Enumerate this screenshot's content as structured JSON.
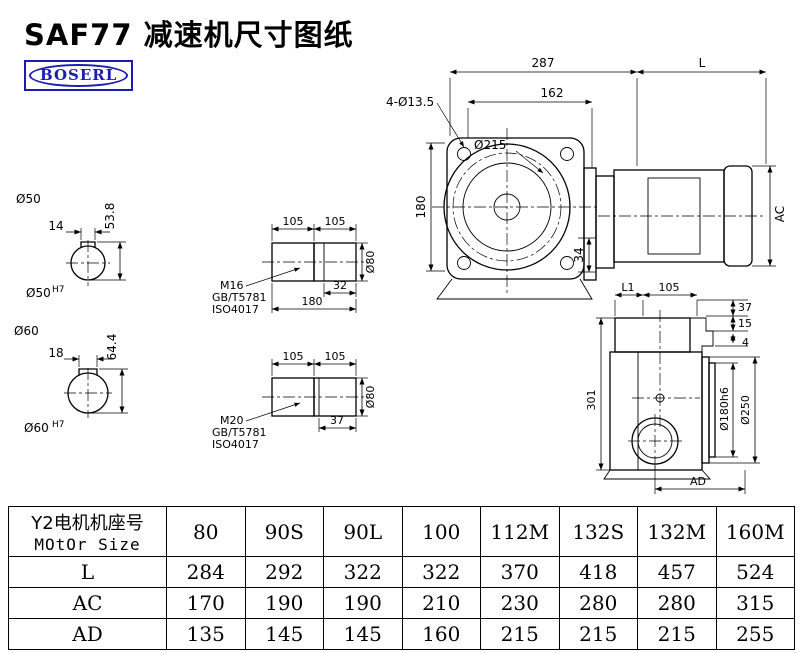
{
  "page": {
    "title": "SAF77 减速机尺寸图纸",
    "logo": "BOSERL"
  },
  "front_view": {
    "dim_width": "287",
    "dim_motor_length": "L",
    "bolt_holes": "4-Ø13.5",
    "dim_162": "162",
    "flange_dia": "Ø215",
    "dim_180": "180",
    "dim_34": "34",
    "dim_ac": "AC"
  },
  "bore_top": {
    "label": "Ø50",
    "key_width": "14",
    "key_height": "53.8",
    "fit": "Ø50",
    "fit_tol": "H7"
  },
  "bore_bottom": {
    "label": "Ø60",
    "key_width": "18",
    "key_height": "64.4",
    "fit": "Ø60",
    "fit_tol": "H7"
  },
  "shaft_top": {
    "seg1": "105",
    "seg2": "105",
    "thread": "M16",
    "std1": "GB/T5781",
    "std2": "ISO4017",
    "thread_len": "32",
    "length": "180",
    "dia": "Ø80"
  },
  "shaft_bottom": {
    "seg1": "105",
    "seg2": "105",
    "thread": "M20",
    "std1": "GB/T5781",
    "std2": "ISO4017",
    "thread_len": "37",
    "dia": "Ø80"
  },
  "side_view": {
    "dim_l1": "L1",
    "dim_105": "105",
    "dim_37": "37",
    "dim_15": "15",
    "dim_4": "4",
    "dim_301": "301",
    "spigot_dia": "Ø180h6",
    "flange_dia": "Ø250",
    "dim_ad": "AD"
  },
  "table": {
    "header_cn": "Y2电机机座号",
    "header_en": "MOtOr Size",
    "frame_sizes": [
      "80",
      "90S",
      "90L",
      "100",
      "112M",
      "132S",
      "132M",
      "160M"
    ],
    "rows": [
      {
        "label": "L",
        "values": [
          "284",
          "292",
          "322",
          "322",
          "370",
          "418",
          "457",
          "524"
        ]
      },
      {
        "label": "AC",
        "values": [
          "170",
          "190",
          "190",
          "210",
          "230",
          "280",
          "280",
          "315"
        ]
      },
      {
        "label": "AD",
        "values": [
          "135",
          "145",
          "145",
          "160",
          "215",
          "215",
          "215",
          "255"
        ]
      }
    ]
  }
}
